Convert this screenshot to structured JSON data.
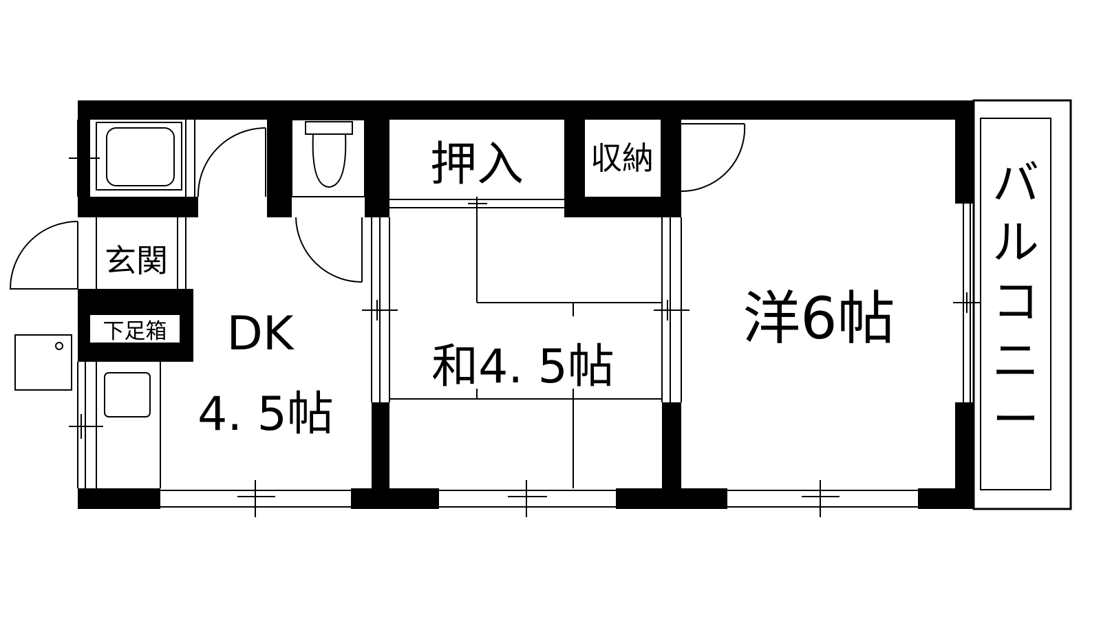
{
  "rooms": {
    "dk": {
      "line1": "DK",
      "line2": "4. 5帖"
    },
    "washitsu": {
      "label": "和4. 5帖"
    },
    "yoshitsu": {
      "label": "洋6帖"
    },
    "oshiire": {
      "label": "押入"
    },
    "shuno": {
      "label": "収納"
    },
    "genkan": {
      "label": "玄関"
    },
    "getabako": {
      "label": "下足箱"
    },
    "balcony": {
      "chars": [
        "バ",
        "ル",
        "コ",
        "ニ",
        "ー"
      ]
    }
  }
}
